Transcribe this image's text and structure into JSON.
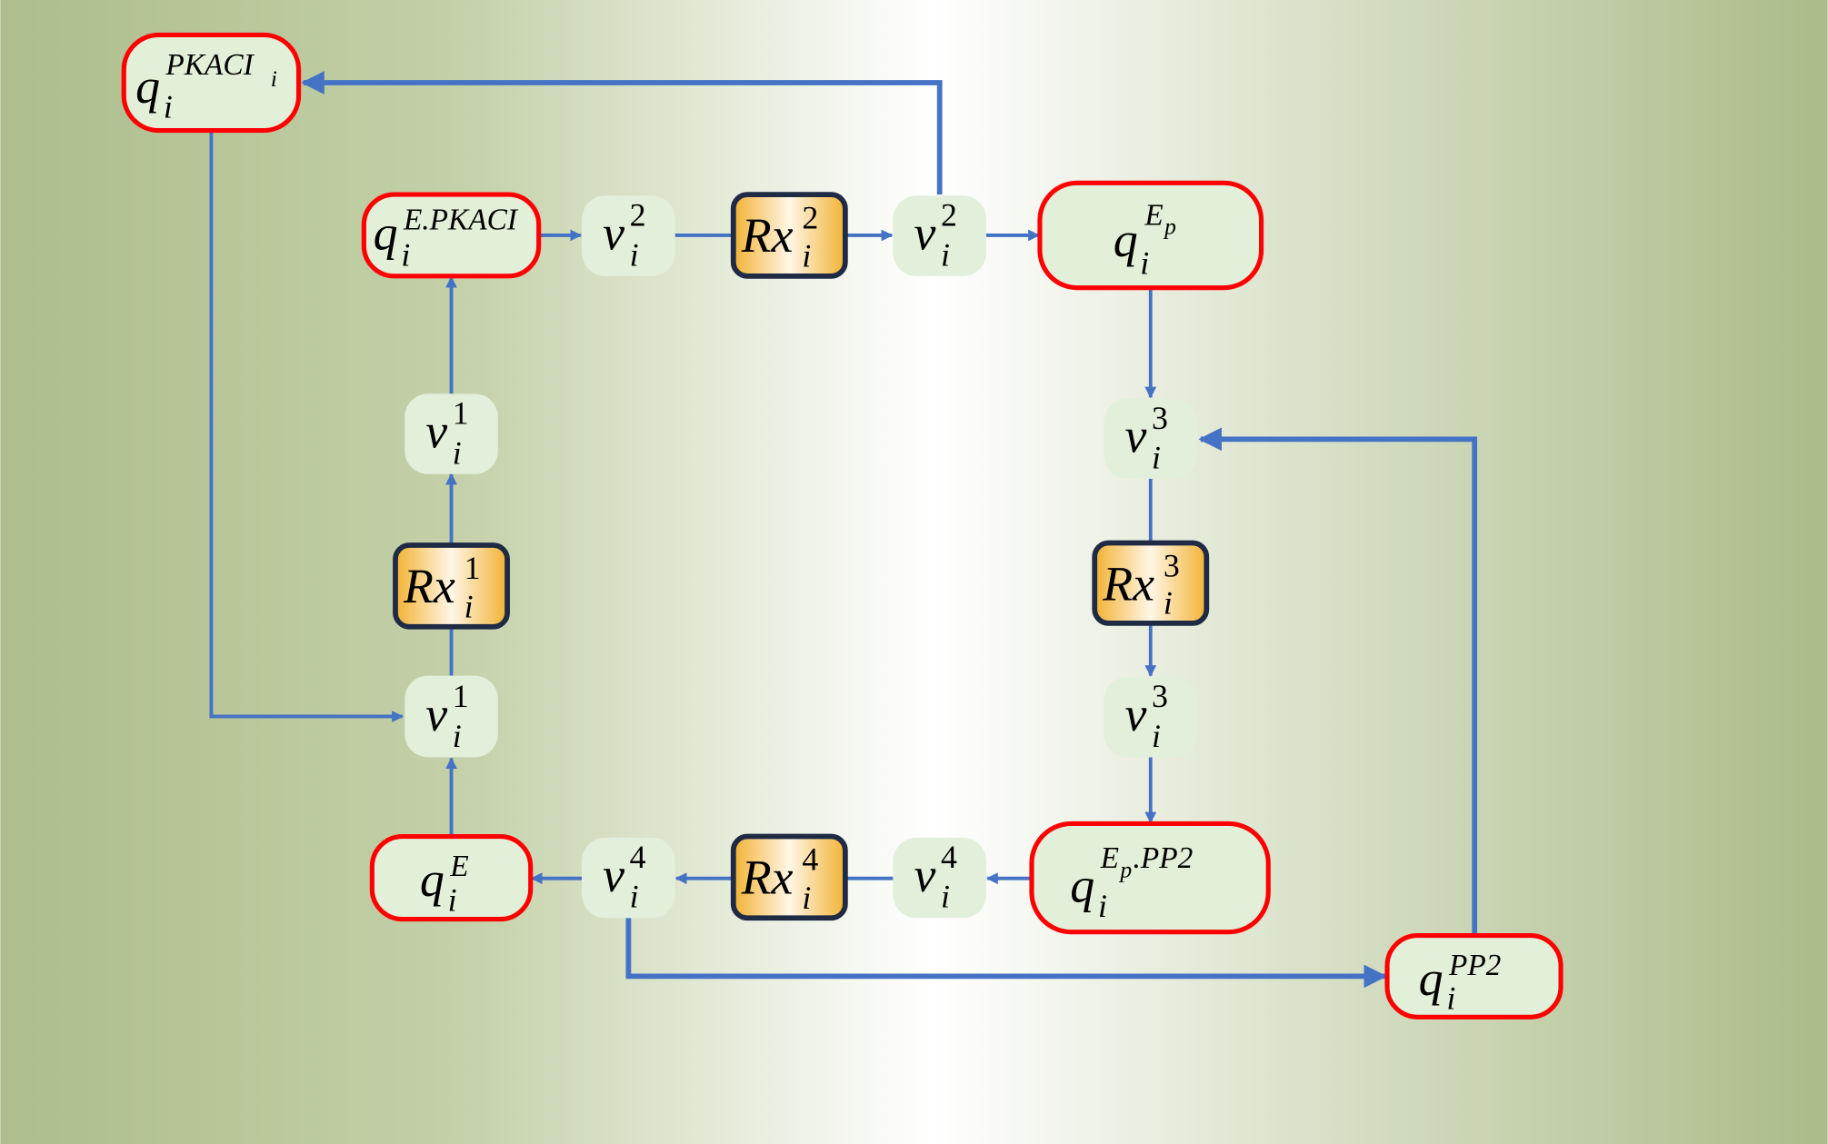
{
  "colors": {
    "edge": "#4472c4",
    "species_border": "#ff0000",
    "reaction_border": "#1f2a44",
    "node_fill": "#e2efd9",
    "background_side": "#adbd8c",
    "background_center": "#ffffff",
    "reaction_fill": "#f5b942"
  },
  "nodes": {
    "q_pkaci": {
      "base": "q",
      "sub": "i",
      "sup": "PKACI",
      "sup_sub": "i"
    },
    "q_e_pkaci": {
      "base": "q",
      "sub": "i",
      "sup": "E.PKACI"
    },
    "v2a": {
      "base": "v",
      "sub": "i",
      "sup": "2"
    },
    "rx2": {
      "base": "Rx",
      "sub": "i",
      "sup": "2"
    },
    "v2b": {
      "base": "v",
      "sub": "i",
      "sup": "2"
    },
    "q_ep": {
      "base": "q",
      "sub": "i",
      "sup": "E",
      "sup_sub": "p"
    },
    "v3a": {
      "base": "v",
      "sub": "i",
      "sup": "3"
    },
    "rx3": {
      "base": "Rx",
      "sub": "i",
      "sup": "3"
    },
    "v3b": {
      "base": "v",
      "sub": "i",
      "sup": "3"
    },
    "q_ep_pp2": {
      "base": "q",
      "sub": "i",
      "sup": "E",
      "sup_sub": "p",
      "sup_tail": ".PP2"
    },
    "v4b": {
      "base": "v",
      "sub": "i",
      "sup": "4"
    },
    "rx4": {
      "base": "Rx",
      "sub": "i",
      "sup": "4"
    },
    "v4a": {
      "base": "v",
      "sub": "i",
      "sup": "4"
    },
    "q_e": {
      "base": "q",
      "sub": "i",
      "sup": "E"
    },
    "v1b": {
      "base": "v",
      "sub": "i",
      "sup": "1"
    },
    "rx1": {
      "base": "Rx",
      "sub": "i",
      "sup": "1"
    },
    "v1a": {
      "base": "v",
      "sub": "i",
      "sup": "1"
    },
    "q_pp2": {
      "base": "q",
      "sub": "i",
      "sup": "PP2"
    }
  }
}
